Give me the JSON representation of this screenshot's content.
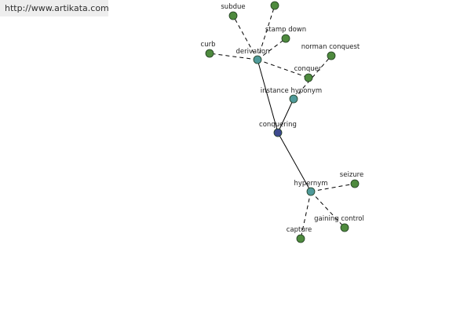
{
  "source_url": "http://www.artikata.com",
  "colors": {
    "background": "#ffffff",
    "banner": "#eeeeee",
    "edge": "#000000",
    "label": "#222222",
    "node_stroke": "#1f3b1f",
    "center_node": "#3e4a8e",
    "relation_node": "#4f9a9a",
    "leaf_node": "#4e8a3e"
  },
  "graph": {
    "center": "conquering",
    "nodes": [
      {
        "id": "conquering",
        "label": "conquering",
        "kind": "center"
      },
      {
        "id": "derivation",
        "label": "derivation",
        "kind": "relation"
      },
      {
        "id": "instance-hyponym",
        "label": "instance hyponym",
        "kind": "relation"
      },
      {
        "id": "hypernym",
        "label": "hypernym",
        "kind": "relation"
      },
      {
        "id": "subdue",
        "label": "subdue",
        "kind": "leaf"
      },
      {
        "id": "unlabeled",
        "label": "",
        "kind": "leaf"
      },
      {
        "id": "stamp-down",
        "label": "stamp down",
        "kind": "leaf"
      },
      {
        "id": "curb",
        "label": "curb",
        "kind": "leaf"
      },
      {
        "id": "conquer",
        "label": "conquer",
        "kind": "leaf"
      },
      {
        "id": "norman-conquest",
        "label": "norman conquest",
        "kind": "leaf"
      },
      {
        "id": "seizure",
        "label": "seizure",
        "kind": "leaf"
      },
      {
        "id": "gaining-control",
        "label": "gaining control",
        "kind": "leaf"
      },
      {
        "id": "capture",
        "label": "capture",
        "kind": "leaf"
      }
    ],
    "edges": [
      {
        "from": "conquering",
        "to": "derivation",
        "style": "solid"
      },
      {
        "from": "conquering",
        "to": "instance-hyponym",
        "style": "solid"
      },
      {
        "from": "conquering",
        "to": "hypernym",
        "style": "solid"
      },
      {
        "from": "derivation",
        "to": "subdue",
        "style": "dashed"
      },
      {
        "from": "derivation",
        "to": "unlabeled",
        "style": "dashed"
      },
      {
        "from": "derivation",
        "to": "stamp-down",
        "style": "dashed"
      },
      {
        "from": "derivation",
        "to": "curb",
        "style": "dashed"
      },
      {
        "from": "derivation",
        "to": "conquer",
        "style": "dashed"
      },
      {
        "from": "instance-hyponym",
        "to": "norman-conquest",
        "style": "dashed"
      },
      {
        "from": "hypernym",
        "to": "seizure",
        "style": "dashed"
      },
      {
        "from": "hypernym",
        "to": "gaining-control",
        "style": "dashed"
      },
      {
        "from": "hypernym",
        "to": "capture",
        "style": "dashed"
      }
    ]
  }
}
